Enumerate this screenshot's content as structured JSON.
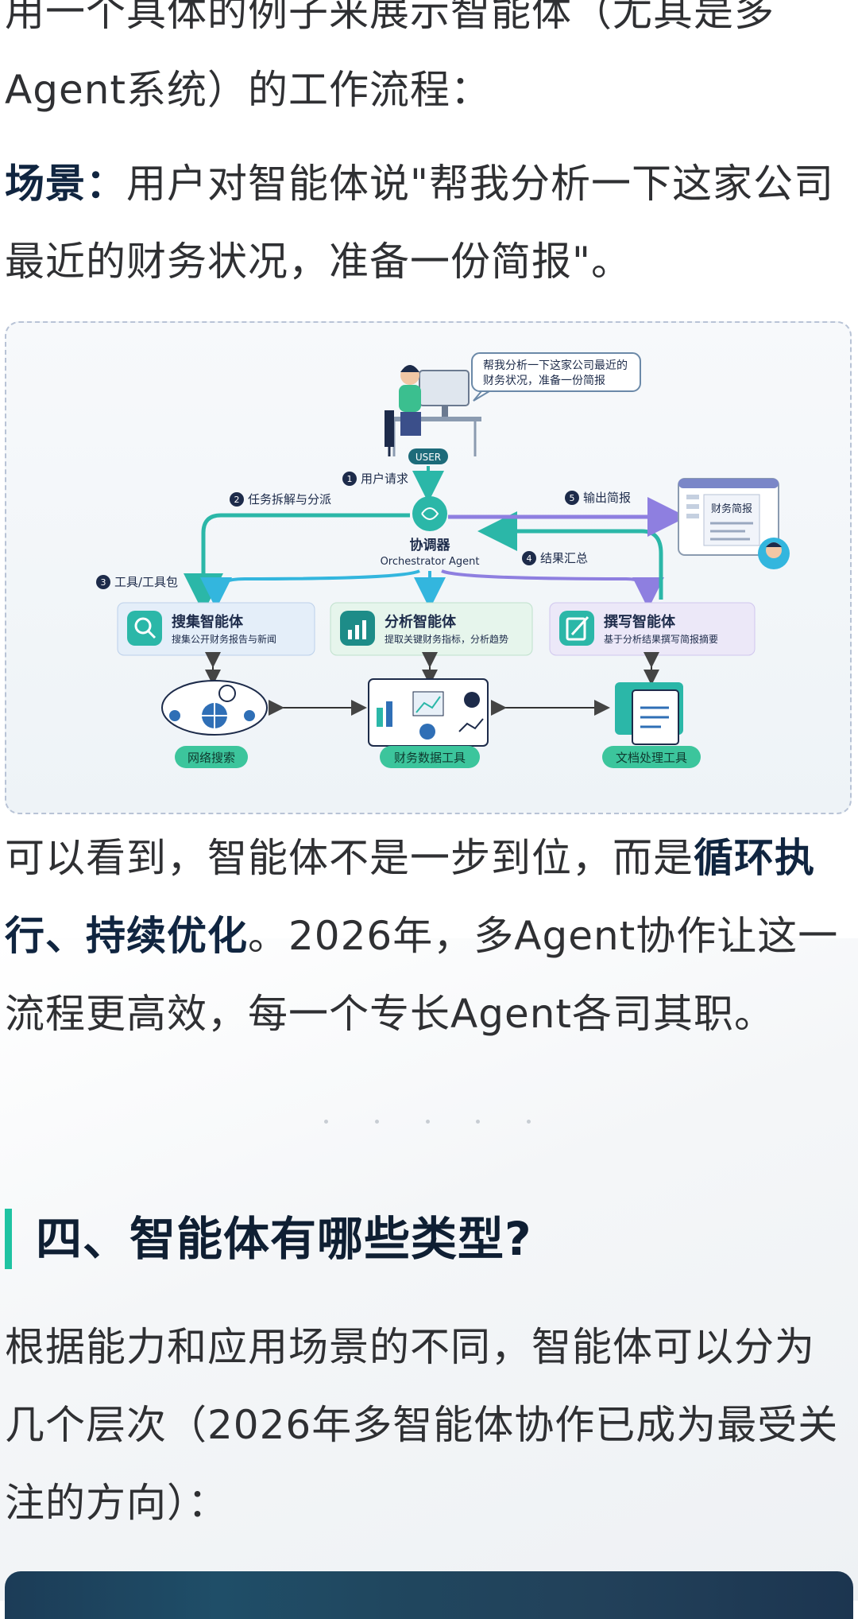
{
  "article": {
    "intro_text": "用一个具体的例子来展示智能体（尤其是多Agent系统）的工作流程：",
    "scenario_label": "场景：",
    "scenario_text": "用户对智能体说\"帮我分析一下这家公司最近的财务状况，准备一份简报\"。",
    "summary_pre": "可以看到，智能体不是一步到位，而是",
    "summary_bold": "循环执行、持续优化",
    "summary_post": "。2026年，多Agent协作让这一流程更高效，每一个专长Agent各司其职。",
    "section_heading": "四、智能体有哪些类型?",
    "types_text": "根据能力和应用场景的不同，智能体可以分为几个层次（2026年多智能体协作已成为最受关注的方向）："
  },
  "diagram": {
    "speech_line1": "帮我分析一下这家公司最近的",
    "speech_line2": "财务状况，准备一份简报",
    "user_badge": "USER",
    "step1": "用户请求",
    "step2": "任务拆解与分派",
    "step3": "工具/工具包",
    "step4": "结果汇总",
    "step5": "输出简报",
    "orchestrator_cn": "协调器",
    "orchestrator_en": "Orchestrator Agent",
    "report_title": "财务简报",
    "agents": [
      {
        "title": "搜集智能体",
        "desc": "搜集公开财务报告与新闻"
      },
      {
        "title": "分析智能体",
        "desc": "提取关键财务指标，分析趋势"
      },
      {
        "title": "撰写智能体",
        "desc": "基于分析结果撰写简报摘要"
      }
    ],
    "tools": [
      "网络搜索",
      "财务数据工具",
      "文档处理工具"
    ],
    "colors": {
      "teal": "#2bb7a8",
      "cyan": "#33b6de",
      "purple": "#8e7fe0",
      "navy": "#1d2b4a"
    }
  }
}
